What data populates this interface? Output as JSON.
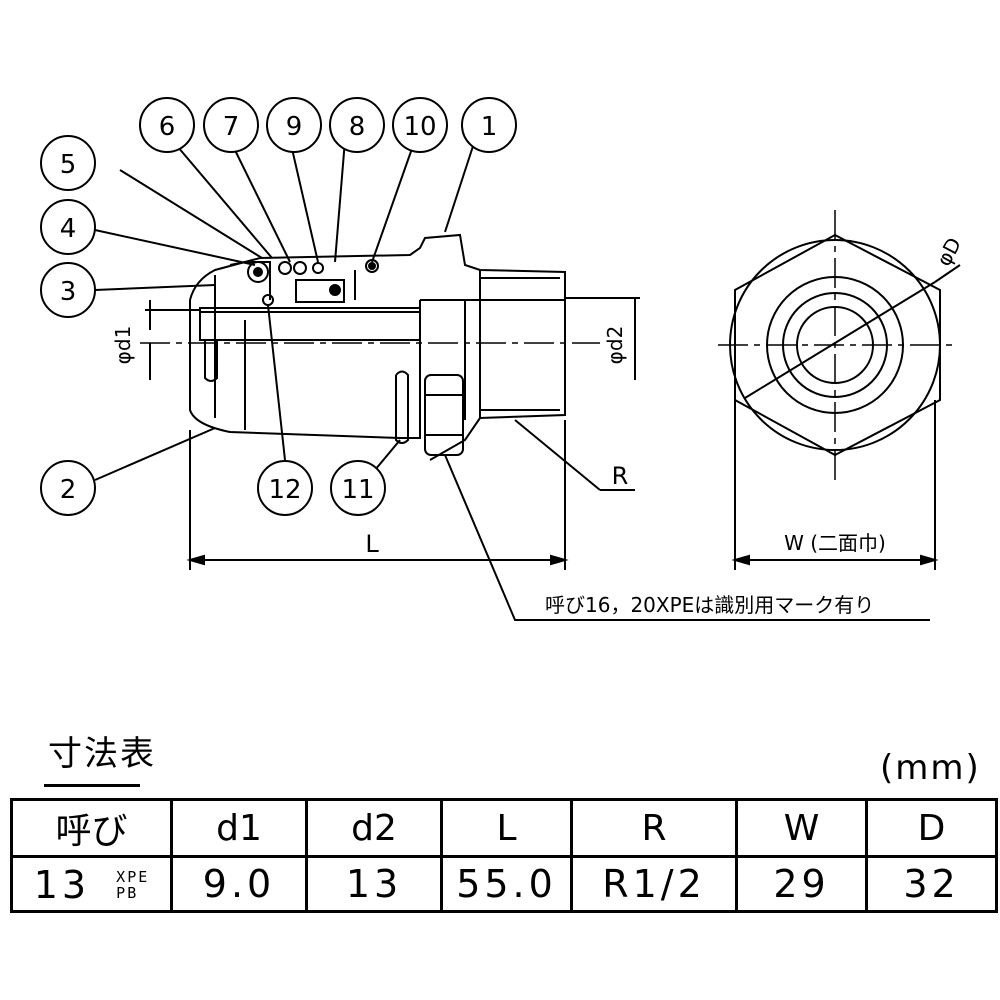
{
  "drawing": {
    "balloons": [
      "1",
      "2",
      "3",
      "4",
      "5",
      "6",
      "7",
      "8",
      "9",
      "10",
      "11",
      "12"
    ],
    "dimension_labels": {
      "d1": "φd1",
      "d2": "φd2",
      "L": "L",
      "R": "R",
      "W": "W (二面巾)",
      "D": "φD"
    },
    "note": "呼び16，20XPEは識別用マーク有り"
  },
  "table": {
    "title": "寸法表",
    "unit": "(mm)",
    "headers": [
      "呼び",
      "d1",
      "d2",
      "L",
      "R",
      "W",
      "D"
    ],
    "rows": [
      {
        "nominal": "13",
        "nominal_types": [
          "XPE",
          "PB"
        ],
        "d1": "9.0",
        "d2": "13",
        "L": "55.0",
        "R": "R1/2",
        "W": "29",
        "D": "32"
      }
    ]
  }
}
